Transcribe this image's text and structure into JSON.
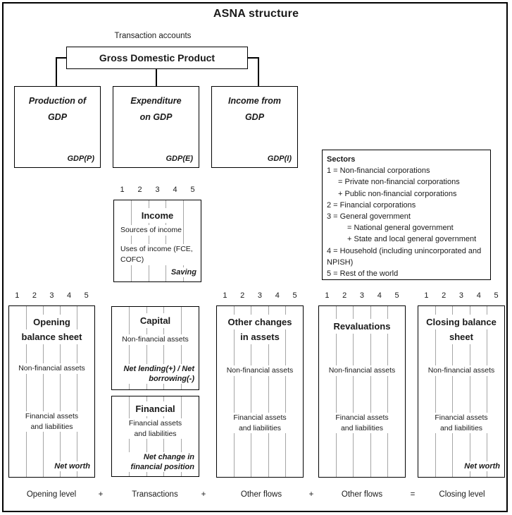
{
  "title": "ASNA structure",
  "transaction_accounts_label": "Transaction accounts",
  "gdp": {
    "label": "Gross Domestic Product",
    "components": [
      {
        "name1": "Production of",
        "name2": "GDP",
        "tag": "GDP(P)"
      },
      {
        "name1": "Expenditure",
        "name2": "on GDP",
        "tag": "GDP(E)"
      },
      {
        "name1": "Income from",
        "name2": "GDP",
        "tag": "GDP(I)"
      }
    ]
  },
  "sectors": {
    "heading": "Sectors",
    "items": [
      "1 = Non-financial corporations",
      "= Private non-financial corporations",
      "+ Public non-financial corporations",
      "2 = Financial corporations",
      "3 = General government",
      "= National general government",
      "+ State and local general government",
      "4 = Household (including unincorporated and NPISH)",
      "5 = Rest of the world"
    ]
  },
  "column_numbers": [
    "1",
    "2",
    "3",
    "4",
    "5"
  ],
  "income_account": {
    "title": "Income",
    "sources_row": "Sources of income",
    "uses_row": "Uses of income (FCE, COFC)",
    "balancing_item": "Saving"
  },
  "accounts": {
    "opening": {
      "title1": "Opening",
      "title2": "balance sheet",
      "row1": "Non-financial assets",
      "row2": "Financial assets and liabilities",
      "balancing_item": "Net worth"
    },
    "capital": {
      "title": "Capital",
      "row1": "Non-financial assets",
      "balancing_item": "Net lending(+) / Net borrowing(-)"
    },
    "financial": {
      "title": "Financial",
      "row1": "Financial assets and liabilities",
      "balancing_item": "Net change in financial position"
    },
    "other_changes": {
      "title1": "Other changes",
      "title2": "in assets",
      "row1": "Non-financial assets",
      "row2": "Financial assets and liabilities"
    },
    "revaluations": {
      "title": "Revaluations",
      "row1": "Non-financial assets",
      "row2": "Financial assets and liabilities"
    },
    "closing": {
      "title1": "Closing balance",
      "title2": "sheet",
      "row1": "Non-financial assets",
      "row2": "Financial assets and liabilities",
      "balancing_item": "Net worth"
    }
  },
  "equation": [
    "Opening level",
    "+",
    "Transactions",
    "+",
    "Other flows",
    "+",
    "Other flows",
    "=",
    "Closing level"
  ],
  "colors": {
    "column_line_gray": "#a6a6a6",
    "border_black": "#000000"
  }
}
